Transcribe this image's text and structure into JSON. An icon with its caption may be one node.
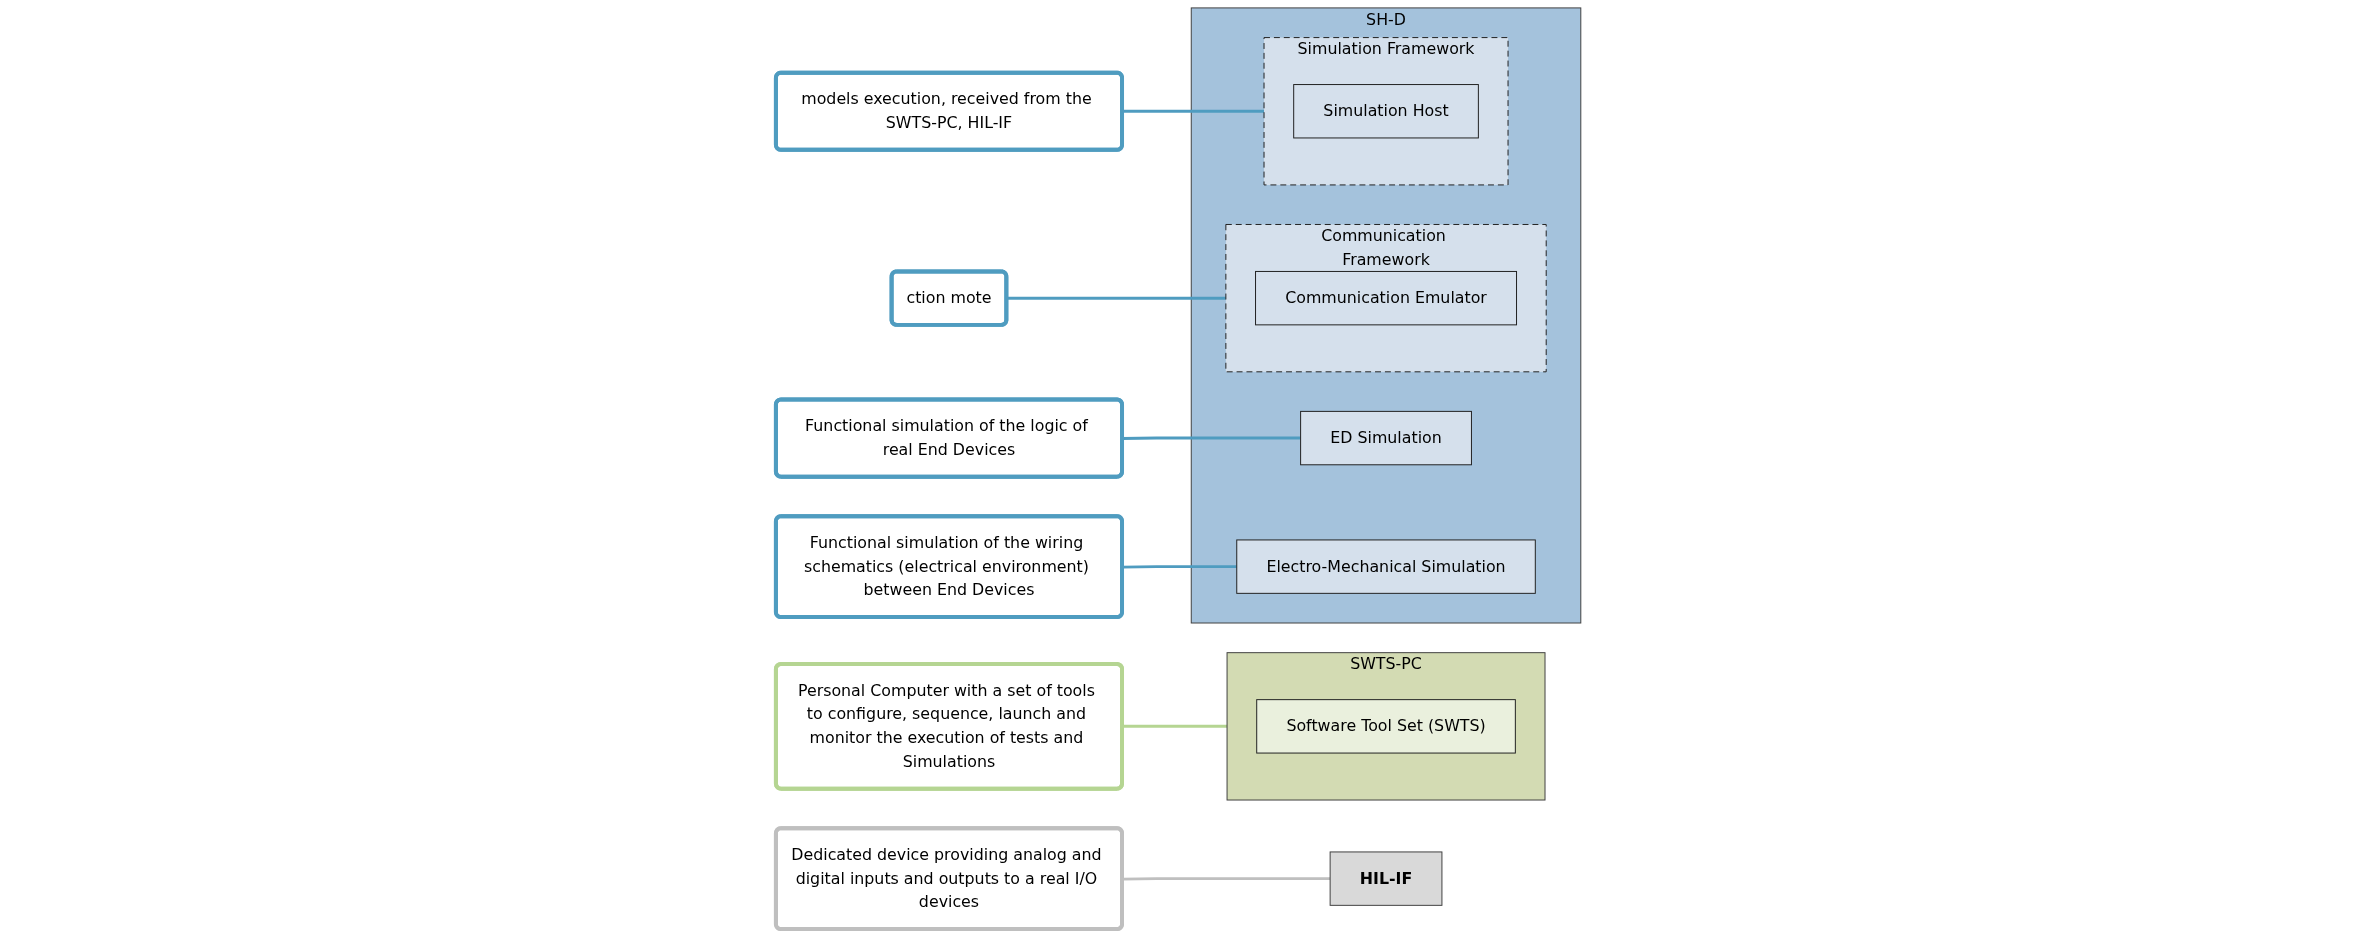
{
  "diagram": {
    "nodes": [
      {
        "text": [
          "Personal Computer with a set of tools to configure, sequence, launch and monitor the execution of tests and Simulations"
        ]
      },
      {
        "text": [
          "models execution, received from the SWTS-PC, HIL-IF"
        ]
      },
      {
        "text": [
          "Functional simulation of the logic of real End Devices"
        ]
      },
      {
        "text": [
          "SWTS-PC"
        ]
      },
      {
        "text": [
          "Software Tool Set (SWTS)"
        ],
        "in": 3
      },
      {
        "text": [
          "SH-D"
        ]
      },
      {
        "text": [
          "Communication Framework"
        ],
        "in": 5
      },
      {
        "text": [
          "Simulation Framework"
        ],
        "in": 5
      },
      {
        "text": [
          "ED Simulation"
        ],
        "in": 5
      },
      {
        "text": [
          "Communication Emulator"
        ],
        "in": 6
      },
      {
        "text": [
          "Simulation Host"
        ],
        "in": 7
      },
      {
        "text": [
          "Electro-Mechanical Simulation"
        ],
        "in": 5
      },
      {
        "text": [
          "HIL-IF"
        ]
      },
      {
        "text": [
          "Dedicated device providing analog and digital inputs and outputs to a real I/O devices"
        ]
      },
      {
        "text": [
          "ction mote"
        ]
      },
      {
        "text": [
          "Functional simulation of the wiring schematics (electrical environment) between End Devices"
        ]
      }
    ],
    "edges": [
      {
        "from": 0,
        "to": 3,
        "arrow": "none",
        "color": "#b5d592"
      },
      {
        "from": 1,
        "to": 7,
        "arrow": "none"
      },
      {
        "from": 2,
        "to": 8,
        "arrow": "none"
      },
      {
        "from": 13,
        "to": 12,
        "arrow": "none",
        "color": "#bfbfbf"
      },
      {
        "from": 14,
        "to": 6,
        "arrow": "none"
      },
      {
        "from": 15,
        "to": 11,
        "arrow": "none"
      }
    ]
  }
}
